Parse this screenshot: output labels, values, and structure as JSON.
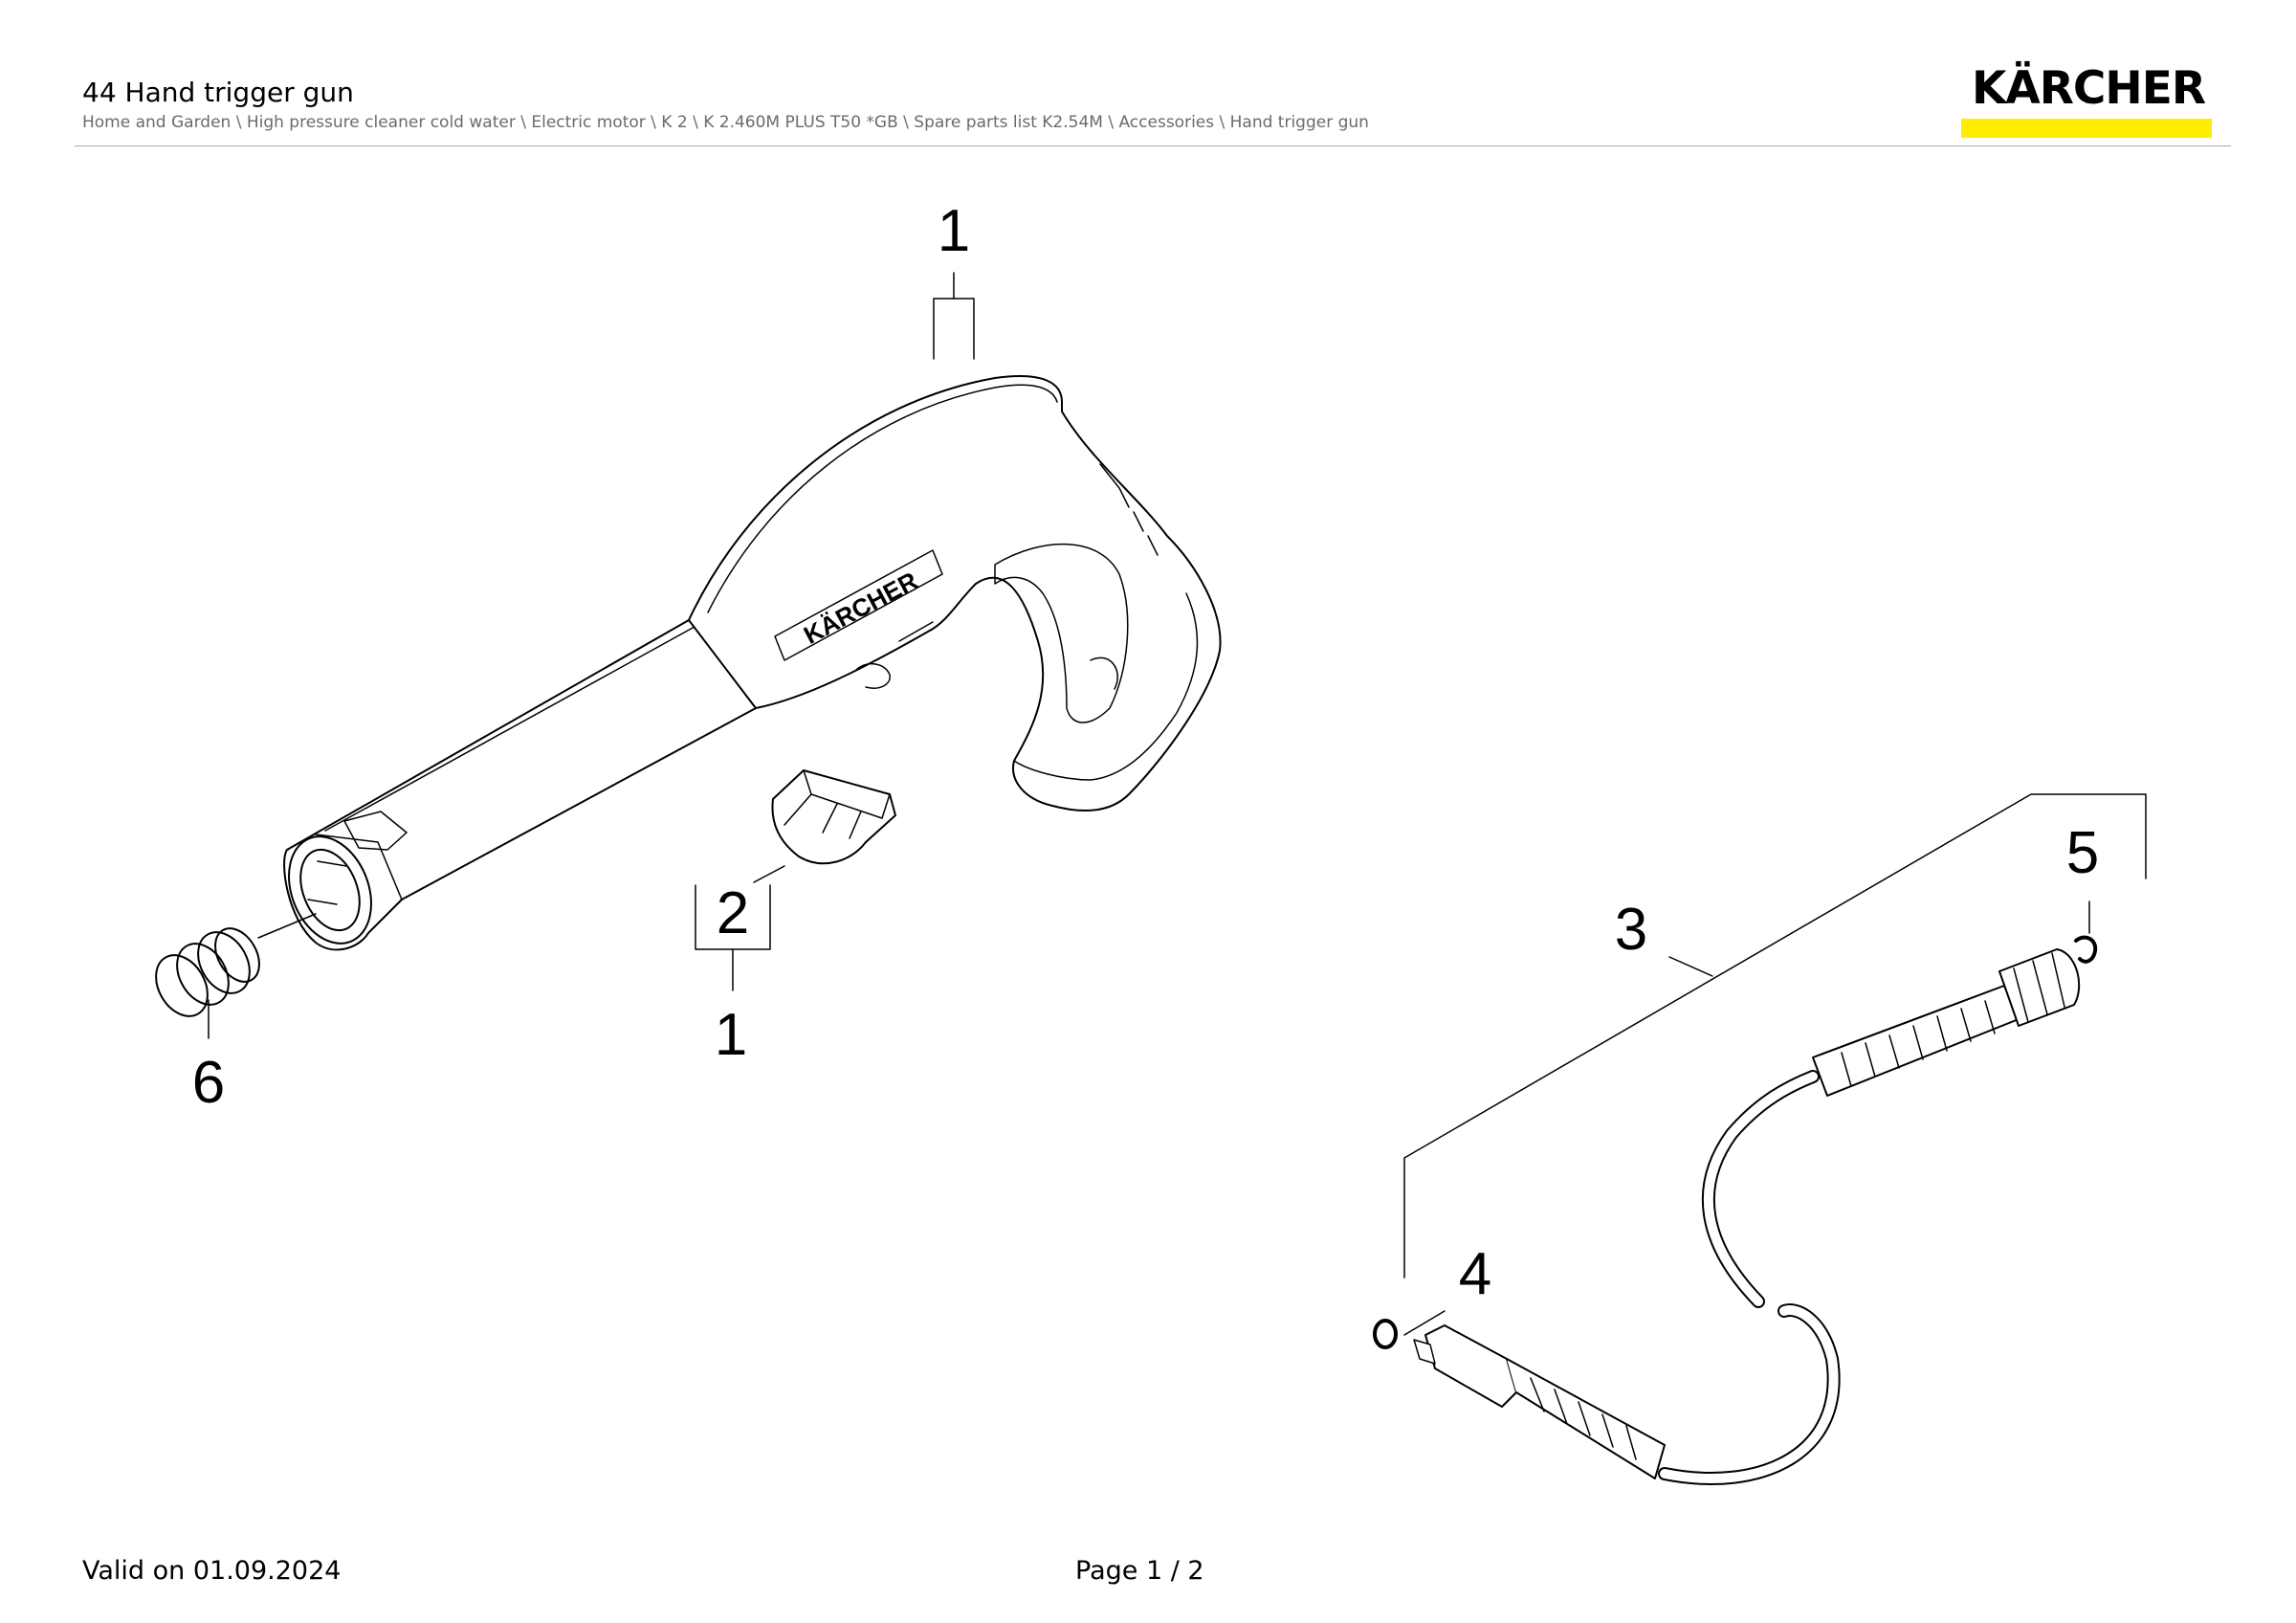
{
  "header": {
    "title": "44 Hand trigger gun",
    "breadcrumb": "Home and Garden \\ High pressure cleaner cold water \\ Electric motor \\ K 2 \\ K 2.460M PLUS T50 *GB \\ Spare parts list K2.54M \\ Accessories \\ Hand trigger gun",
    "logo_text": "KÄRCHER",
    "brand_color": "#ffed00"
  },
  "drawing": {
    "gun_logo_text": "KÄRCHER",
    "callouts": {
      "gun_top": "1",
      "clip": "2",
      "clip_group": "1",
      "hose": "3",
      "hose_oring": "4",
      "hose_nut_ring": "5",
      "spring": "6"
    }
  },
  "footer": {
    "valid": "Valid on 01.09.2024",
    "page": "Page 1 / 2"
  }
}
